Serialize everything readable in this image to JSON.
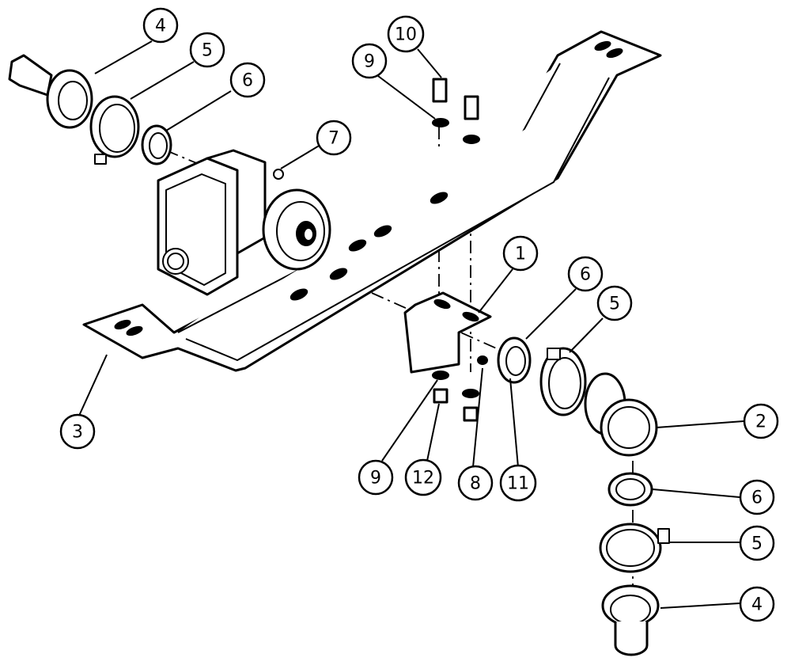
{
  "diagram": {
    "callouts": [
      {
        "id": "c4-top",
        "label": "4"
      },
      {
        "id": "c5-top",
        "label": "5"
      },
      {
        "id": "c6-top",
        "label": "6"
      },
      {
        "id": "c7",
        "label": "7"
      },
      {
        "id": "c10",
        "label": "10"
      },
      {
        "id": "c9-top",
        "label": "9"
      },
      {
        "id": "c1",
        "label": "1"
      },
      {
        "id": "c6-mid",
        "label": "6"
      },
      {
        "id": "c5-mid",
        "label": "5"
      },
      {
        "id": "c3",
        "label": "3"
      },
      {
        "id": "c2",
        "label": "2"
      },
      {
        "id": "c9-bot",
        "label": "9"
      },
      {
        "id": "c12",
        "label": "12"
      },
      {
        "id": "c8",
        "label": "8"
      },
      {
        "id": "c11",
        "label": "11"
      },
      {
        "id": "c6-bot",
        "label": "6"
      },
      {
        "id": "c5-bot",
        "label": "5"
      },
      {
        "id": "c4-bot",
        "label": "4"
      }
    ]
  }
}
